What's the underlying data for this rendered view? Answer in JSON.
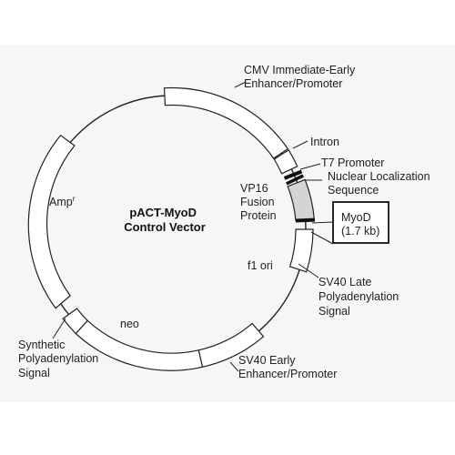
{
  "title": {
    "line1": "pACT-MyoD",
    "line2": "Control Vector"
  },
  "features": {
    "cmv": {
      "line1": "CMV Immediate-Early",
      "line2": "Enhancer/Promoter"
    },
    "intron": "Intron",
    "t7": "T7 Promoter",
    "nls": {
      "line1": "Nuclear Localization",
      "line2": "Sequence"
    },
    "vp16": {
      "line1": "VP16",
      "line2": "Fusion",
      "line3": "Protein"
    },
    "myod": {
      "line1": "MyoD",
      "line2": "(1.7 kb)"
    },
    "f1": "f1 ori",
    "sv40late": {
      "line1": "SV40 Late",
      "line2": "Polyadenylation",
      "line3": "Signal"
    },
    "sv40early": {
      "line1": "SV40 Early",
      "line2": "Enhancer/Promoter"
    },
    "neo": "neo",
    "synthetic": {
      "line1": "Synthetic",
      "line2": "Polyadenylation",
      "line3": "Signal"
    },
    "amp": {
      "text": "Amp",
      "superscript": "r"
    }
  },
  "colors": {
    "panel": "#f5f6f8",
    "fusion_fill": "#d4d4d4",
    "line": "#222222"
  }
}
